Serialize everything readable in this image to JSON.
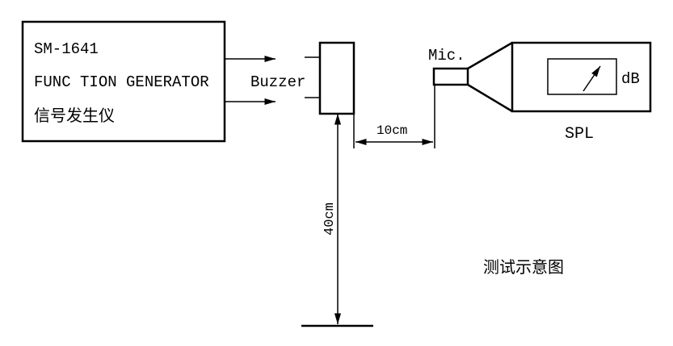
{
  "generator": {
    "model": "SM-1641",
    "name": "FUNC TION GENERATOR",
    "name_cn": "信号发生仪"
  },
  "buzzer_label": "Buzzer",
  "mic_label": "Mic.",
  "meter_unit": "dB",
  "meter_label": "SPL",
  "distance_horizontal": "10cm",
  "distance_vertical": "40cm",
  "caption": "测试示意图"
}
